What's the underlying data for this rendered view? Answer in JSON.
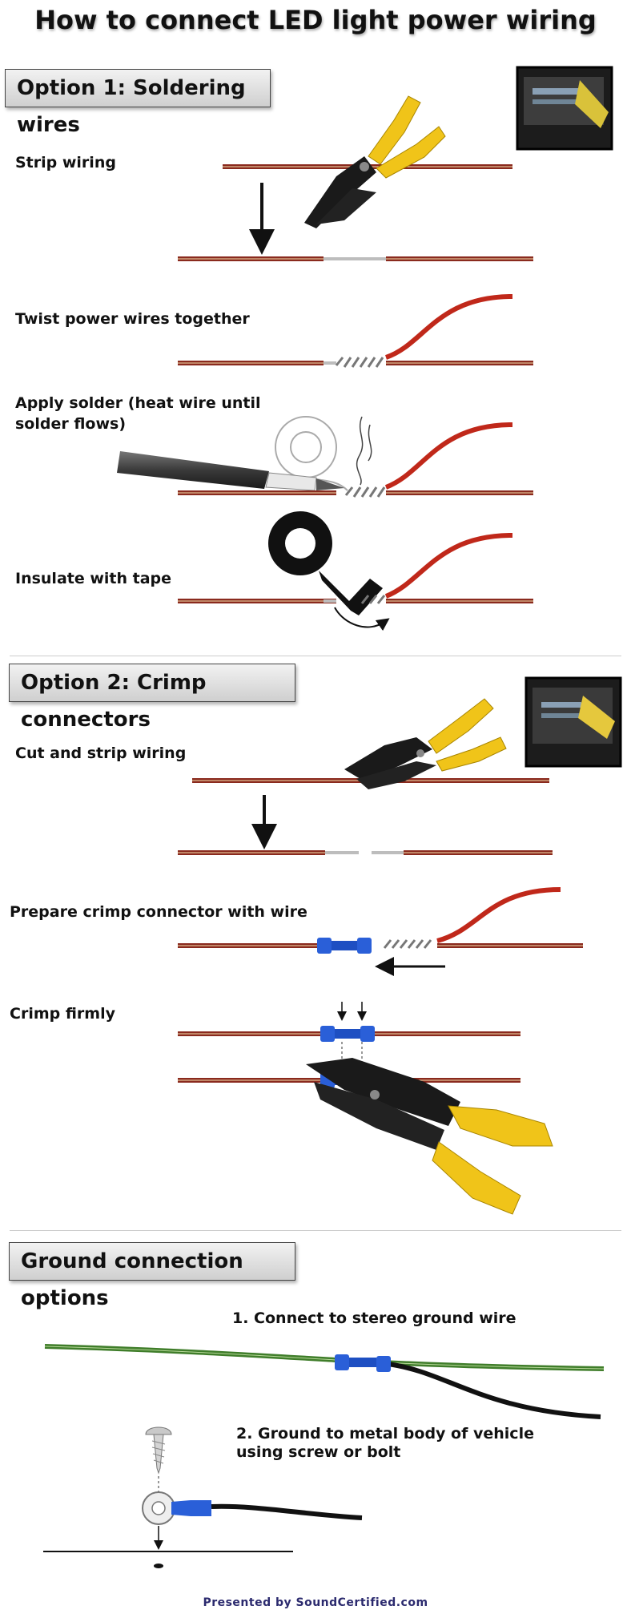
{
  "title": "How to connect LED light power wiring",
  "sections": {
    "option1": {
      "label": "Option 1: Soldering wires",
      "steps": {
        "strip": "Strip wiring",
        "twist": "Twist power wires together",
        "solder": "Apply solder (heat wire until solder flows)",
        "insulate": "Insulate with tape"
      }
    },
    "option2": {
      "label": "Option 2: Crimp connectors",
      "steps": {
        "cut": "Cut and strip wiring",
        "prepare": "Prepare crimp connector with wire",
        "crimp": "Crimp firmly"
      }
    },
    "ground": {
      "label": "Ground connection options",
      "steps": {
        "stereo": "1. Connect to stereo ground wire",
        "metal_line1": "2.  Ground to metal body of vehicle",
        "metal_line2": "using screw or bolt"
      }
    }
  },
  "footer": "Presented by SoundCertified.com",
  "colors": {
    "wire_brown": "#8a2a1e",
    "wire_red": "#c0281a",
    "ground_green": "#3f7d2a",
    "connector_blue": "#2a5fd8",
    "plier_yellow": "#f0c419"
  }
}
